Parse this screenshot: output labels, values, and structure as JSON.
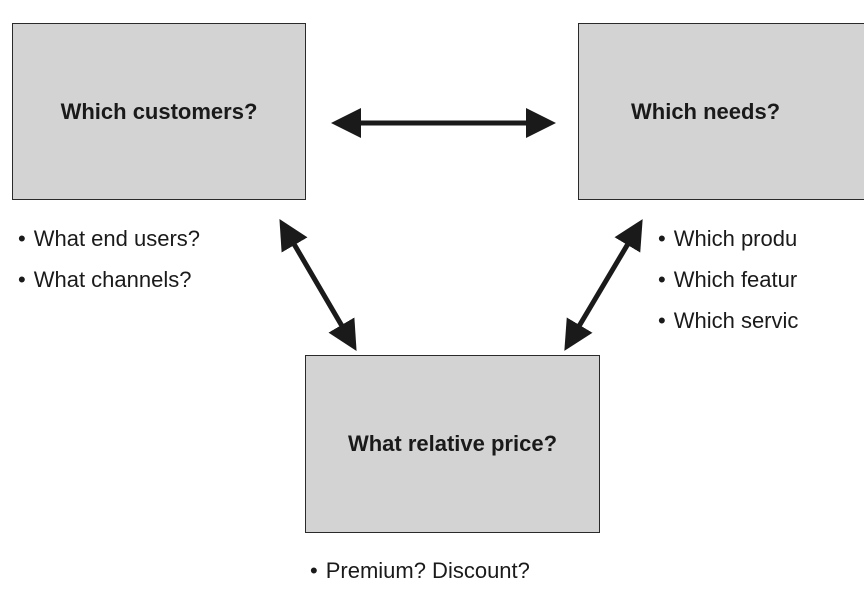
{
  "colors": {
    "box_fill": "#d3d3d3",
    "box_border": "#2a2a2a",
    "arrow": "#1a1a1a"
  },
  "diagram": {
    "customers": {
      "title": "Which customers?",
      "bullets": [
        "What end users?",
        "What channels?"
      ]
    },
    "needs": {
      "title": "Which needs?",
      "bullets": [
        "Which produ",
        "Which featur",
        "Which servic"
      ]
    },
    "price": {
      "title": "What relative price?",
      "bullets": [
        "Premium? Discount?"
      ]
    }
  }
}
